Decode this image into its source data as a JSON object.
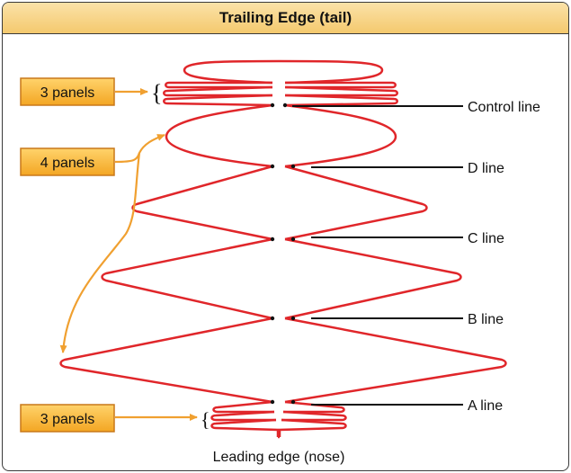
{
  "header": {
    "title": "Trailing Edge (tail)"
  },
  "boxes": {
    "top": "3 panels",
    "middle": "4 panels",
    "bottom": "3 panels"
  },
  "lines": {
    "control": "Control line",
    "d": "D line",
    "c": "C line",
    "b": "B line",
    "a": "A line"
  },
  "footer": {
    "label": "Leading edge (nose)"
  },
  "colors": {
    "fold_line": "#e0262a",
    "arrow": "#f0a030",
    "box_fill": "#f7b733",
    "box_border": "#c9781a"
  }
}
